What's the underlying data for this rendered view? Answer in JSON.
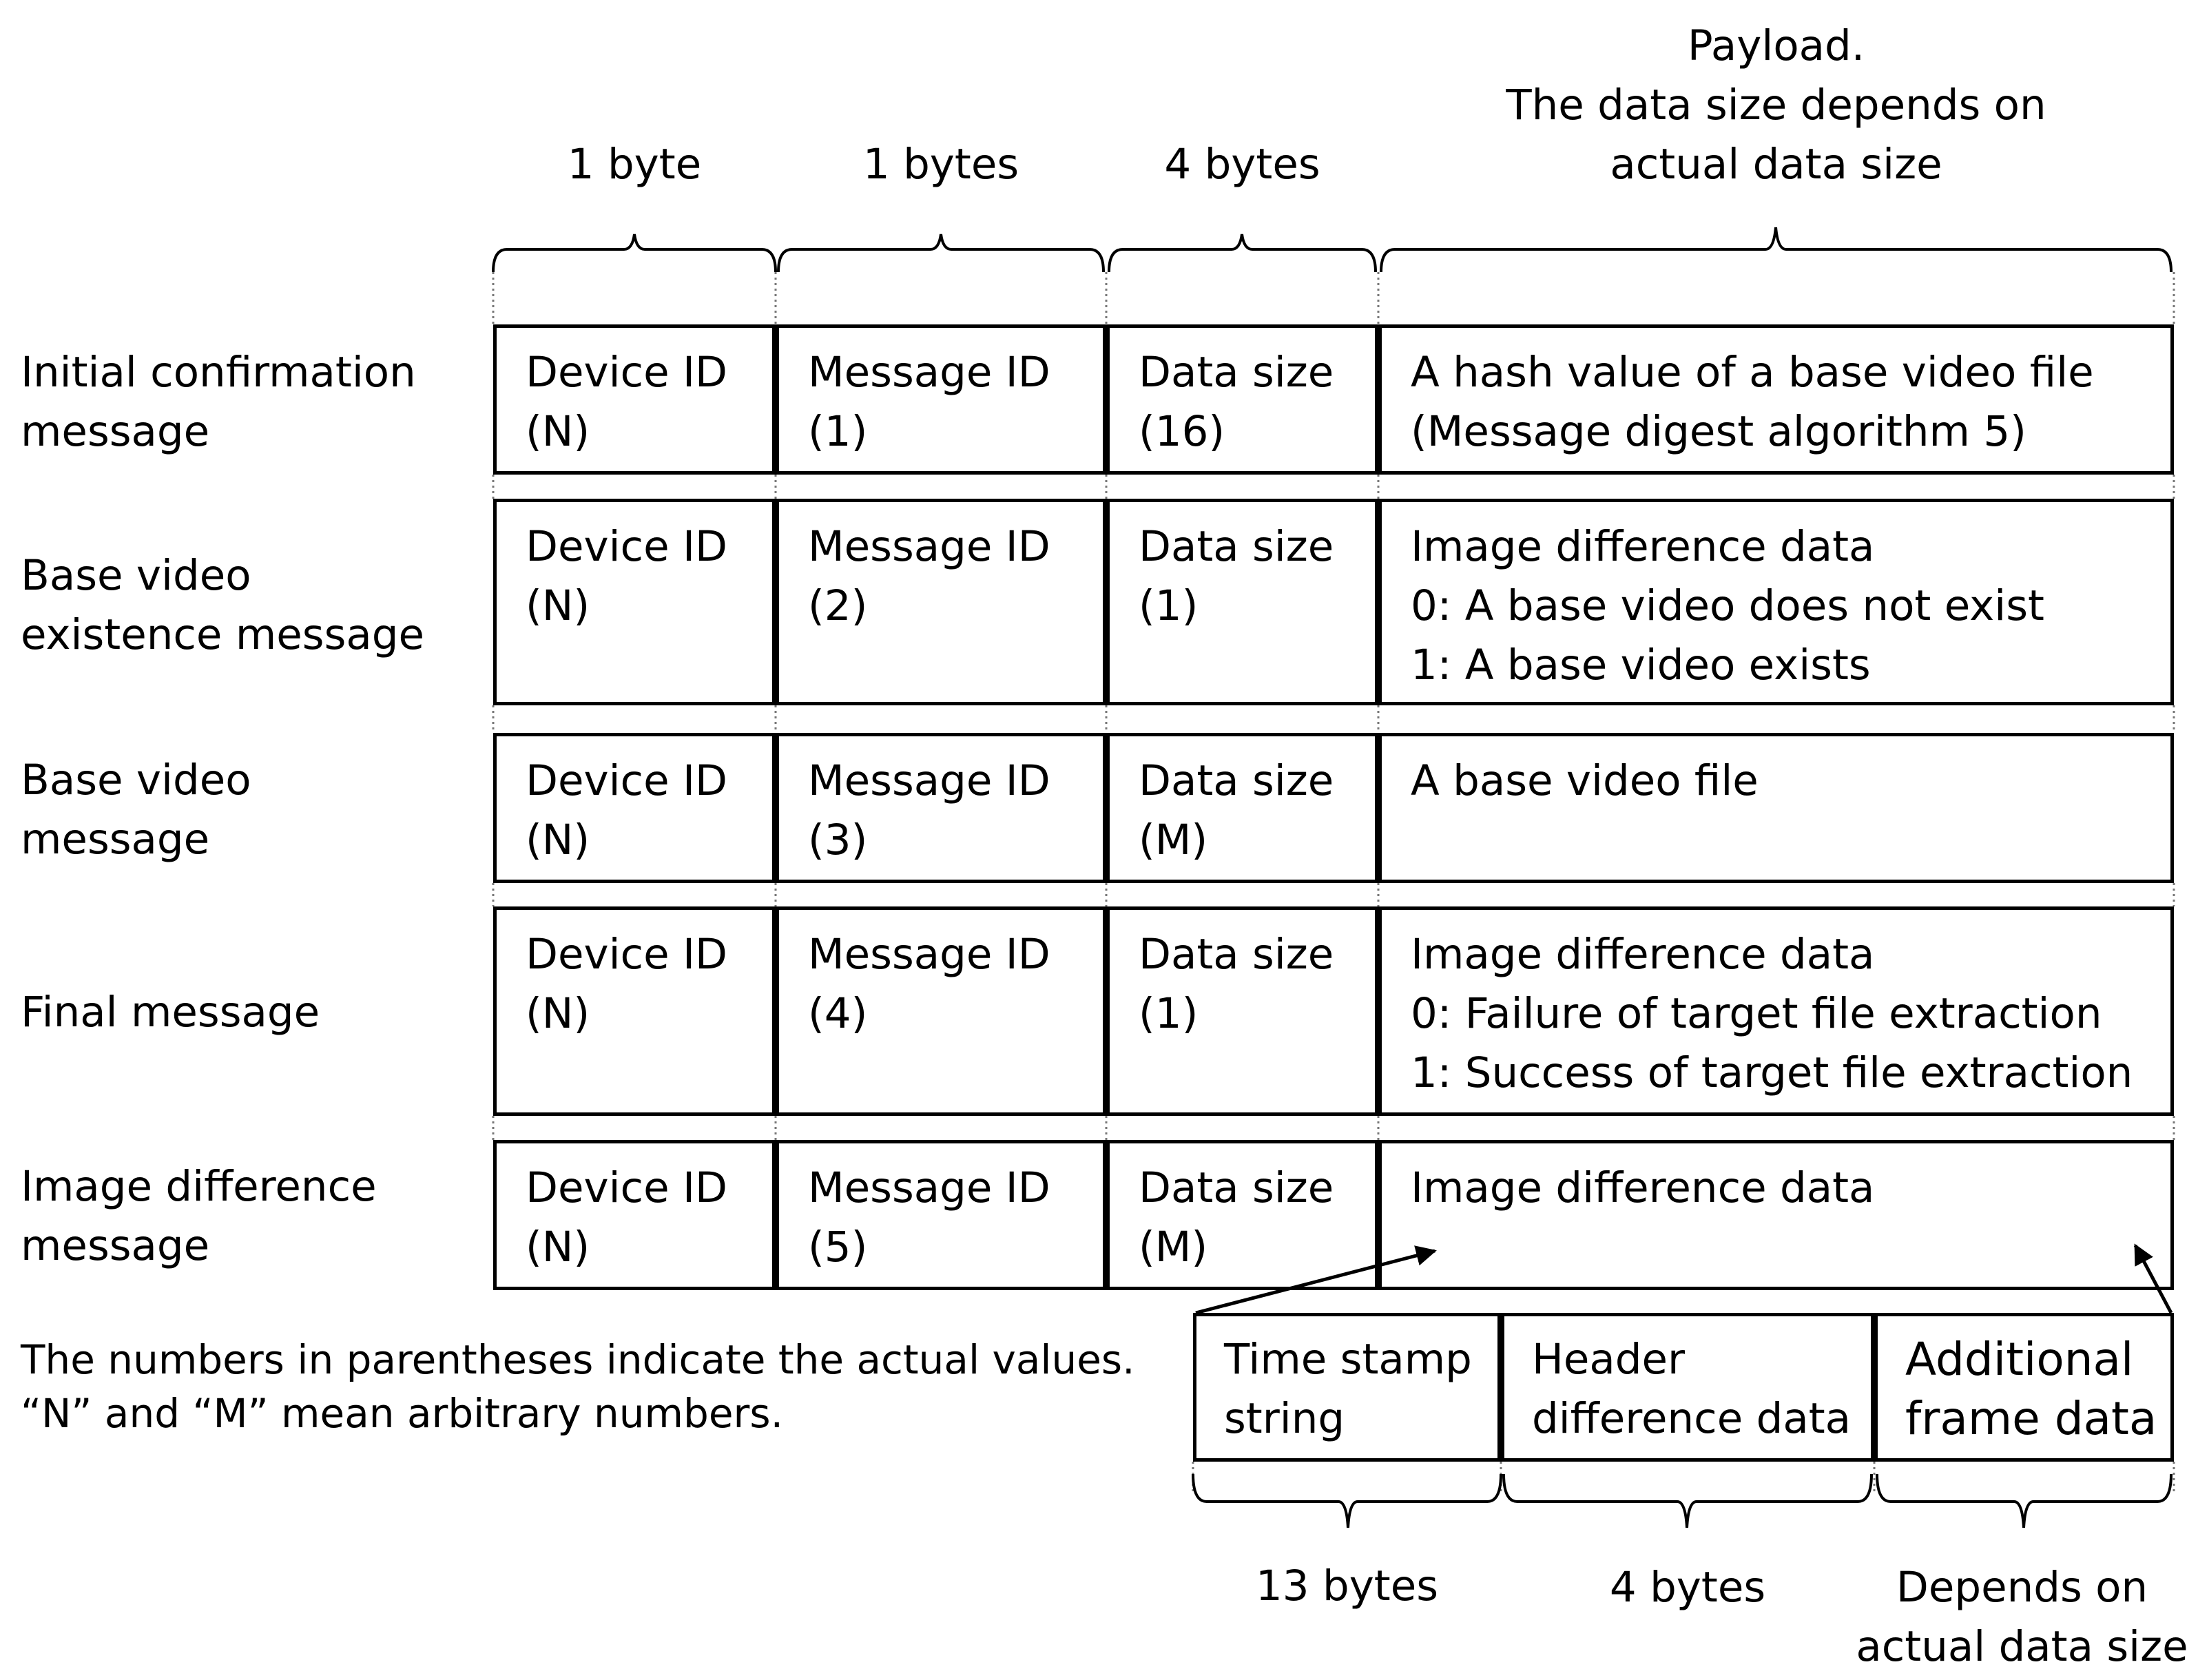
{
  "header": {
    "widths": [
      "1 byte",
      "1 bytes",
      "4 bytes"
    ],
    "payload": [
      "Payload.",
      "The data size depends on",
      "actual data size"
    ]
  },
  "rows": [
    {
      "label": [
        "Initial confirmation",
        "message"
      ],
      "device": [
        "Device ID",
        "(N)"
      ],
      "message": [
        "Message ID",
        "(1)"
      ],
      "size": [
        "Data size",
        "(16)"
      ],
      "payload": [
        "A hash value of a base video file",
        "(Message digest algorithm 5)"
      ]
    },
    {
      "label": [
        "Base video",
        "existence message"
      ],
      "device": [
        "Device ID",
        "(N)"
      ],
      "message": [
        "Message ID",
        "(2)"
      ],
      "size": [
        "Data size",
        "(1)"
      ],
      "payload": [
        "Image difference data",
        "0: A base video does not exist",
        "1: A base video exists"
      ]
    },
    {
      "label": [
        "Base video",
        "message"
      ],
      "device": [
        "Device ID",
        "(N)"
      ],
      "message": [
        "Message ID",
        "(3)"
      ],
      "size": [
        "Data size",
        "(M)"
      ],
      "payload": [
        "A base video file"
      ]
    },
    {
      "label": [
        "Final message"
      ],
      "device": [
        "Device ID",
        "(N)"
      ],
      "message": [
        "Message ID",
        "(4)"
      ],
      "size": [
        "Data size",
        "(1)"
      ],
      "payload": [
        "Image difference data",
        "0: Failure of target file extraction",
        "1: Success of target file extraction"
      ]
    },
    {
      "label": [
        "Image difference",
        "message"
      ],
      "device": [
        "Device ID",
        "(N)"
      ],
      "message": [
        "Message ID",
        "(5)"
      ],
      "size": [
        "Data size",
        "(M)"
      ],
      "payload": [
        "Image difference data"
      ]
    }
  ],
  "note": [
    "The numbers in parentheses indicate the actual values.",
    "“N” and “M” mean arbitrary numbers."
  ],
  "sub": {
    "cells": [
      [
        "Time stamp",
        "string"
      ],
      [
        "Header",
        "difference data"
      ],
      [
        "Additional",
        "frame data"
      ]
    ],
    "widths": [
      [
        "13 bytes"
      ],
      [
        "4 bytes"
      ],
      [
        "Depends on",
        "actual data size"
      ]
    ]
  }
}
